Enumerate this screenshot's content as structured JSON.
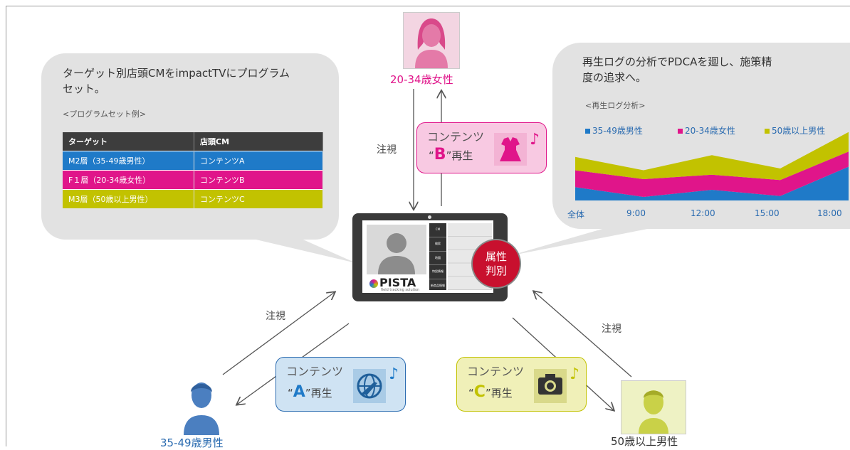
{
  "left_bubble": {
    "line1": "ターゲット別店頭CMをimpactTVにプログラム",
    "line2": "セット。",
    "caption": "<プログラムセット例>",
    "table": {
      "headers": [
        "ターゲット",
        "店頭CM"
      ],
      "rows": [
        {
          "target": "M2層（35-49歳男性）",
          "cm": "コンテンツA",
          "color": "#1f7ac8"
        },
        {
          "target": "F１層（20-34歳女性）",
          "cm": "コンテンツB",
          "color": "#e0158a"
        },
        {
          "target": "M3層（50歳以上男性）",
          "cm": "コンテンツC",
          "color": "#c2c200"
        }
      ]
    }
  },
  "right_bubble": {
    "line1": "再生ログの分析でPDCAを廻し、施策精",
    "line2": "度の追求へ。",
    "caption": "<再生ログ分析>"
  },
  "chart_data": {
    "type": "area",
    "title": "",
    "x": [
      "全体",
      "9:00",
      "12:00",
      "15:00",
      "18:00"
    ],
    "series": [
      {
        "name": "35-49歳男性",
        "color": "#1f7ac8",
        "values": [
          15,
          4,
          12,
          5,
          38
        ]
      },
      {
        "name": "20-34歳女性",
        "color": "#e0158a",
        "values": [
          19,
          20,
          17,
          18,
          17
        ]
      },
      {
        "name": "50歳以上男性",
        "color": "#c2c200",
        "values": [
          15,
          10,
          22,
          13,
          22
        ]
      }
    ],
    "stacked": true,
    "ylim": [
      0,
      80
    ],
    "legend": "top"
  },
  "persons": {
    "female": {
      "label": "20-34歳女性",
      "color": "#e0158a"
    },
    "male_mid": {
      "label": "35-49歳男性",
      "color": "#2a6bb0"
    },
    "male_senior": {
      "label": "50歳以上男性",
      "color": "#333333"
    }
  },
  "arrow_labels": {
    "top": "注視",
    "left": "注視",
    "right": "注視"
  },
  "content_boxes": {
    "a": {
      "line1": "コンテンツ",
      "quote_open": "“",
      "letter": "A",
      "quote_close": "”",
      "suffix": "再生",
      "icon": "globe-plane-icon",
      "bg": "#cfe3f3",
      "border": "#2a6bb0",
      "letter_color": "#1f7ac8"
    },
    "b": {
      "line1": "コンテンツ",
      "quote_open": "“",
      "letter": "B",
      "quote_close": "”",
      "suffix": "再生",
      "icon": "dress-icon",
      "bg": "#f8c9e2",
      "border": "#e0158a",
      "letter_color": "#e0158a"
    },
    "c": {
      "line1": "コンテンツ",
      "quote_open": "“",
      "letter": "C",
      "quote_close": "”",
      "suffix": "再生",
      "icon": "camera-icon",
      "bg": "#f0f0b8",
      "border": "#c2c200",
      "letter_color": "#c2c200"
    }
  },
  "device": {
    "brand": "PISTA",
    "brand_sub": "field tracking solution",
    "badge_line1": "属性",
    "badge_line2": "判別",
    "menu": [
      "CM",
      "検索",
      "地図",
      "特設情報",
      "新商品情報"
    ]
  }
}
